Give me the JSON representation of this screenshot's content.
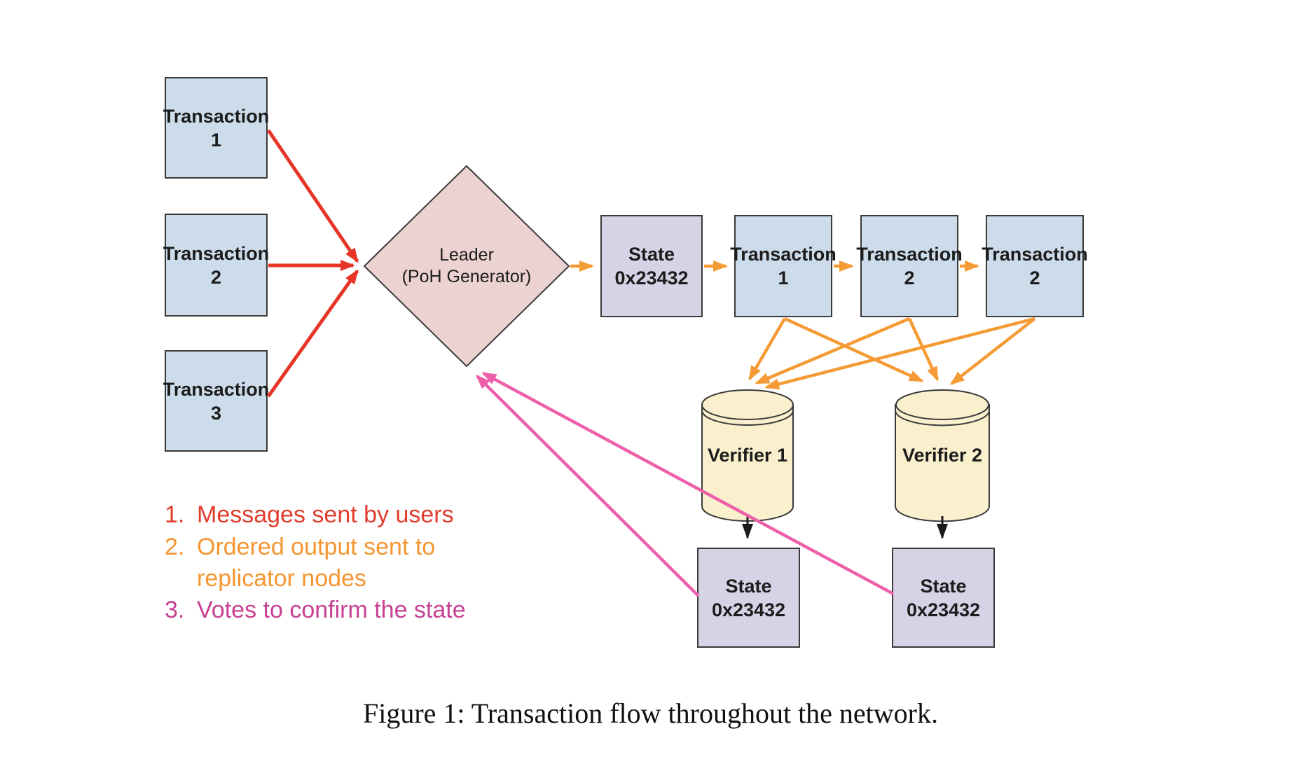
{
  "figure": {
    "caption": "Figure 1: Transaction flow throughout the network."
  },
  "nodes": {
    "user_transactions": [
      {
        "label": "Transaction\n1"
      },
      {
        "label": "Transaction\n2"
      },
      {
        "label": "Transaction\n3"
      }
    ],
    "leader": {
      "label": "Leader\n(PoH Generator)"
    },
    "generated_state": {
      "label": "State\n0x23432"
    },
    "ordered_transactions": [
      {
        "label": "Transaction\n1"
      },
      {
        "label": "Transaction\n2"
      },
      {
        "label": "Transaction\n2"
      }
    ],
    "verifiers": [
      {
        "label": "Verifier 1",
        "state_label": "State\n0x23432"
      },
      {
        "label": "Verifier 2",
        "state_label": "State\n0x23432"
      }
    ]
  },
  "legend": {
    "items": [
      {
        "number": "1.",
        "text": "Messages sent by users",
        "color": "#e23b2a"
      },
      {
        "number": "2.",
        "text": "Ordered output sent to\nreplicator nodes",
        "color": "#f5952f"
      },
      {
        "number": "3.",
        "text": "Votes to confirm the state",
        "color": "#c74092"
      }
    ]
  },
  "colors": {
    "transaction_box": "#ccdcea",
    "state_box": "#d8d2e6",
    "leader_diamond": "#ecd3d1",
    "verifier_cylinder": "#faf0cd",
    "outline": "#3a3a3a",
    "arrow_messages": "#e63526",
    "arrow_ordered_output": "#f59b35",
    "arrow_votes": "#ee5faa",
    "arrow_state_write": "#1a1a1a"
  }
}
